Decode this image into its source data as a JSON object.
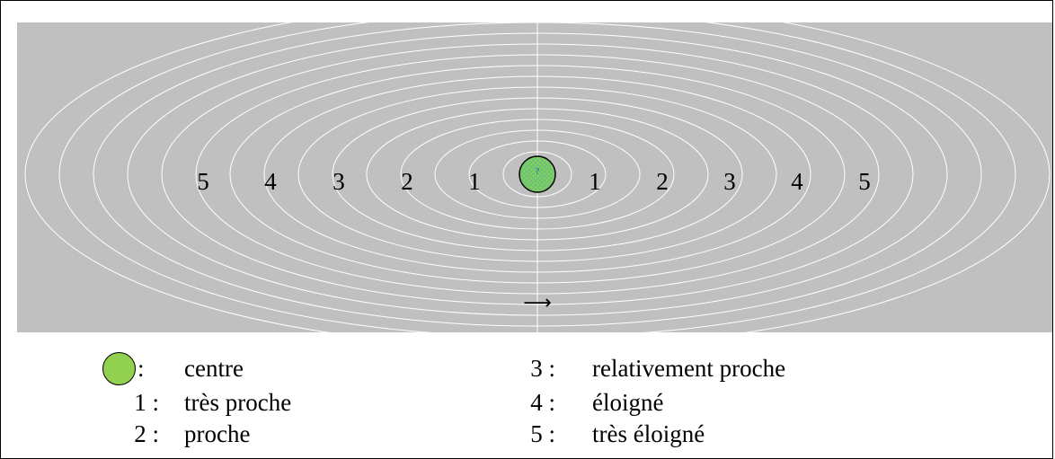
{
  "diagram": {
    "center_mark": "?",
    "left_labels": [
      "5",
      "4",
      "3",
      "2",
      "1"
    ],
    "right_labels": [
      "1",
      "2",
      "3",
      "4",
      "5"
    ],
    "arrow": "⟶",
    "colors": {
      "background": "#c0c0c0",
      "rings": "#ffffff",
      "center_fill": "#92d050",
      "center_hatch": "#5bbf8a"
    }
  },
  "legend": {
    "center_key": ":",
    "center_desc": "centre",
    "items": [
      {
        "key": "1 :",
        "desc": "très proche"
      },
      {
        "key": "2 :",
        "desc": "proche"
      },
      {
        "key": "3 :",
        "desc": "relativement proche"
      },
      {
        "key": "4 :",
        "desc": "éloigné"
      },
      {
        "key": "5 :",
        "desc": "très éloigné"
      }
    ]
  }
}
